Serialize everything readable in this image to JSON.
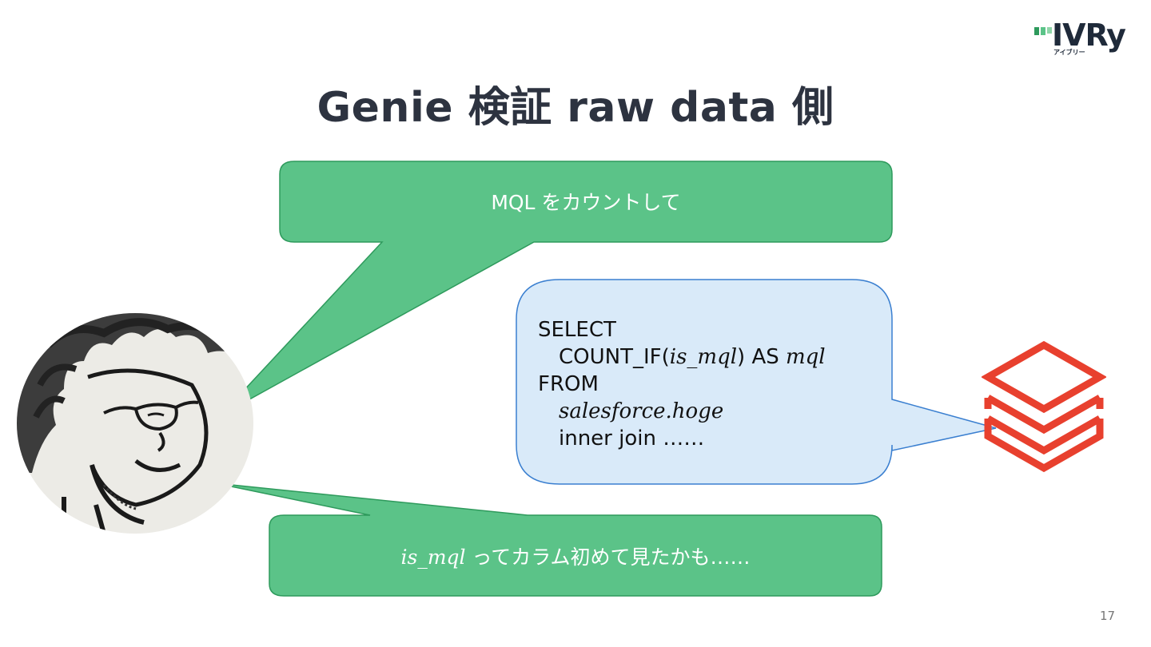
{
  "slide": {
    "title": "Genie 検証 raw data 側",
    "page_number": "17"
  },
  "logo": {
    "wordmark": "IVRy",
    "kana": "アイブリー",
    "color": "#1f2a3a",
    "accent": "#3db56b"
  },
  "bubble_top": {
    "text": "MQL をカウントして",
    "color": "#5bc388"
  },
  "code_bubble": {
    "line1": "SELECT",
    "line2_prefix": "COUNT_IF(",
    "line2_var": "is_mql",
    "line2_mid": ") AS ",
    "line2_alias": "mql",
    "line3": "FROM",
    "line4_table": "salesforce.hoge",
    "line5": "inner join ……",
    "color": "#d9eaf9",
    "border": "#3a7fd0"
  },
  "bubble_bottom": {
    "var": "is_mql",
    "text": " ってカラム初めて見たかも……",
    "color": "#5bc388"
  },
  "avatar": {
    "icon": "hand-drawn-portrait"
  },
  "databricks_icon": {
    "icon": "databricks-layers-icon",
    "color": "#e8402e"
  }
}
